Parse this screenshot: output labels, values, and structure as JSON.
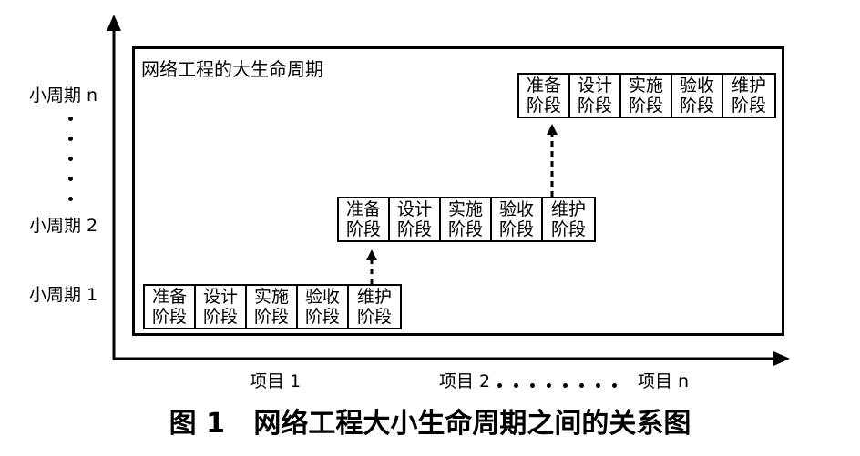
{
  "frame_title": "网络工程的大生命周期",
  "y_labels": {
    "cycle_n": "小周期 n",
    "cycle_2": "小周期 2",
    "cycle_1": "小周期 1"
  },
  "x_labels": {
    "project_1": "项目 1",
    "project_2": "项目 2",
    "project_n": "项目 n"
  },
  "phases": [
    {
      "line1": "准备",
      "line2": "阶段"
    },
    {
      "line1": "设计",
      "line2": "阶段"
    },
    {
      "line1": "实施",
      "line2": "阶段"
    },
    {
      "line1": "验收",
      "line2": "阶段"
    },
    {
      "line1": "维护",
      "line2": "阶段"
    }
  ],
  "caption": "图 1   网络工程大小生命周期之间的关系图"
}
